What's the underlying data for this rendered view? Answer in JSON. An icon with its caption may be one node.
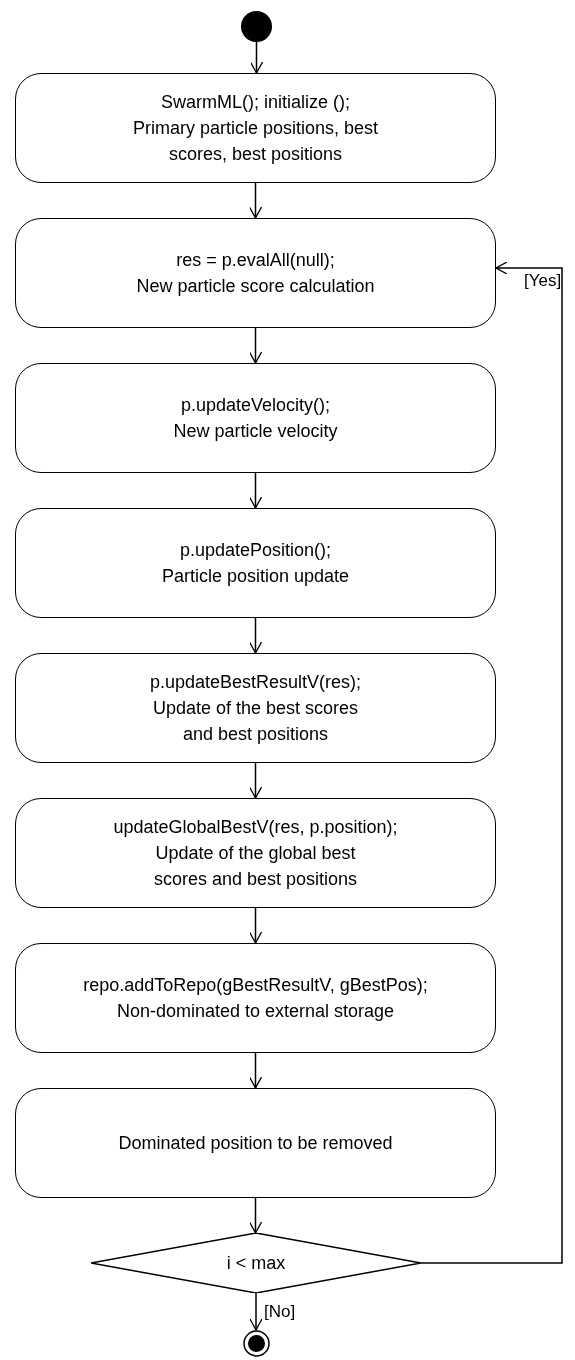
{
  "diagram": {
    "nodes": [
      {
        "text": [],
        "shape": "circle"
      },
      {
        "text": [
          "SwarmML(); initialize ();",
          "Primary particle positions, best scores, best positions"
        ]
      },
      {
        "text": [
          "res = p.evalAll(null);",
          "New particle score calculation"
        ]
      },
      {
        "text": [
          "p.updateVelocity();",
          "New particle velocity"
        ]
      },
      {
        "text": [
          "p.updatePosition();",
          "Particle position update"
        ]
      },
      {
        "text": [
          "p.updateBestResultV(res);",
          "Update of the best scores and best positions"
        ]
      },
      {
        "text": [
          "updateGlobalBestV(res, p.position);",
          "Update of the global best scores and best positions"
        ]
      },
      {
        "text": [
          "repo.addToRepo(gBestResultV, gBestPos);",
          "Non-dominated to external storage"
        ]
      },
      {
        "text": [
          "Dominated position to be removed"
        ]
      },
      {
        "text": [
          "i < max"
        ]
      },
      {
        "text": [],
        "shape": "circle"
      }
    ],
    "edges": [
      {
        "from": 0,
        "to": 1,
        "arrow": "to"
      },
      {
        "from": 1,
        "to": 2,
        "arrow": "to"
      },
      {
        "from": 2,
        "to": 3,
        "arrow": "to"
      },
      {
        "from": 3,
        "to": 4,
        "arrow": "to"
      },
      {
        "from": 4,
        "to": 5,
        "arrow": "to"
      },
      {
        "from": 5,
        "to": 6,
        "arrow": "to"
      },
      {
        "from": 6,
        "to": 7,
        "arrow": "to"
      },
      {
        "from": 7,
        "to": 8,
        "arrow": "to"
      },
      {
        "from": 8,
        "to": 9,
        "arrow": "to"
      },
      {
        "from": 9,
        "to": 10,
        "arrow": "to",
        "label": "[No]"
      },
      {
        "from": 9,
        "to": 2,
        "arrow": "to",
        "label": "[Yes]"
      }
    ]
  }
}
